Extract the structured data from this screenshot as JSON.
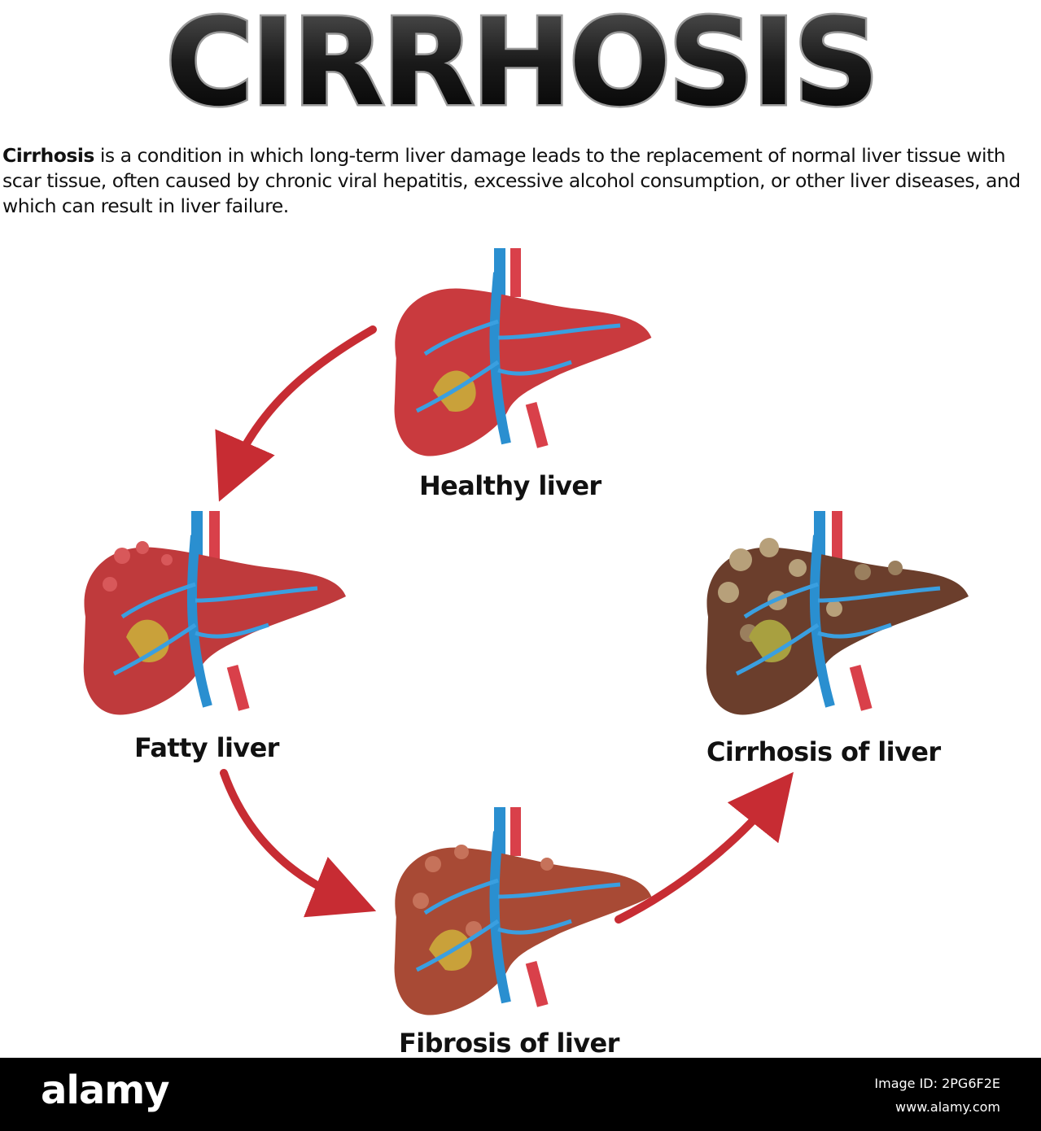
{
  "title": "CIRRHOSIS",
  "description": {
    "lead": "Cirrhosis",
    "text": " is a condition in which long-term liver damage leads to the replacement of normal liver tissue with scar tissue, often caused by chronic viral hepatitis, excessive alcohol consumption, or other liver diseases, and which can result in liver failure."
  },
  "stages": {
    "healthy": "Healthy liver",
    "fatty": "Fatty liver",
    "fibrosis": "Fibrosis of liver",
    "cirrhosis": "Cirrhosis of liver"
  },
  "colors": {
    "arrow": "#c72c33",
    "healthy_liver": "#c93a3e",
    "fatty_liver": "#bf3a3c",
    "fibrosis_liver": "#a84a35",
    "cirrhosis_liver": "#6b3e2c",
    "vessel": "#2a8fd0",
    "artery": "#d9404a"
  },
  "watermark": {
    "logo": "alamy",
    "image_id": "Image ID: 2PG6F2E",
    "site": "www.alamy.com"
  }
}
